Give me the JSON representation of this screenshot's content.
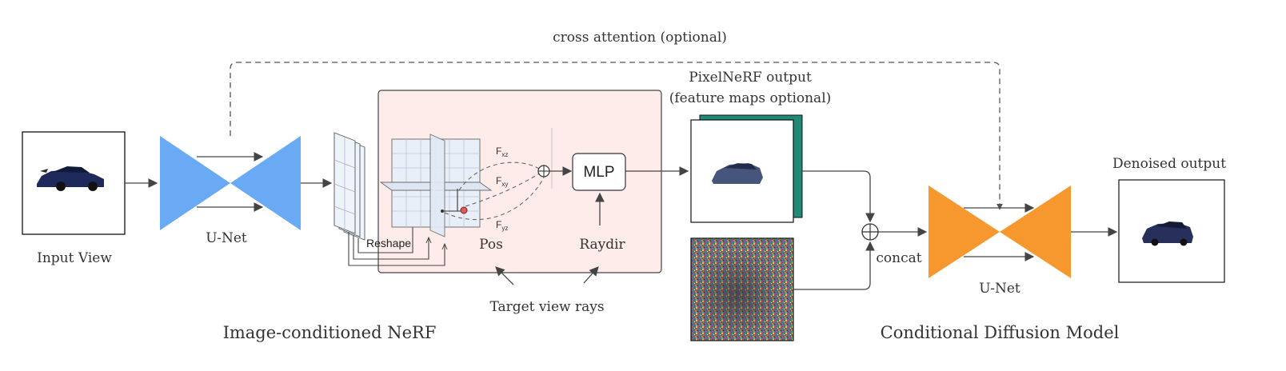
{
  "labels": {
    "cross_attention": "cross attention (optional)",
    "pixelnerf_output_line1": "PixelNeRF output",
    "pixelnerf_output_line2": "(feature maps optional)",
    "input_view": "Input View",
    "unet_left": "U-Net",
    "unet_right": "U-Net",
    "reshape": "Reshape",
    "f_xz_main": "F",
    "f_xz_sub": "xz",
    "f_xy_main": "F",
    "f_xy_sub": "xy",
    "f_yz_main": "F",
    "f_yz_sub": "yz",
    "mlp": "MLP",
    "pos": "Pos",
    "raydir": "Raydir",
    "target_view_rays": "Target view rays",
    "concat": "concat",
    "denoised_output": "Denoised output",
    "image_conditioned_nerf": "Image-conditioned NeRF",
    "conditional_diffusion_model": "Conditional Diffusion Model"
  },
  "colors": {
    "unet_left_fill": "#6aaaf4",
    "unet_right_fill": "#f7982f",
    "nerf_box_fill": "#fdecea",
    "teal_feature_map": "#1f8a78",
    "arrow": "#444444"
  },
  "icons": {
    "sum_node": "circle-plus-icon",
    "concat_node": "circle-plus-icon"
  }
}
